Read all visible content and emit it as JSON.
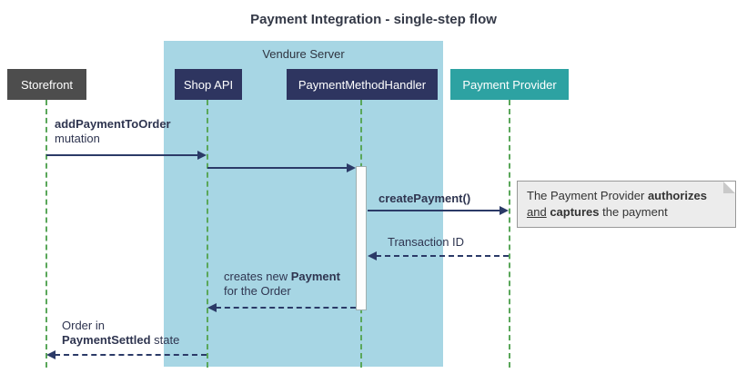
{
  "title": "Payment Integration - single-step flow",
  "container": {
    "label": "Vendure Server"
  },
  "participants": {
    "storefront": "Storefront",
    "shop_api": "Shop API",
    "handler": "PaymentMethodHandler",
    "provider": "Payment Provider"
  },
  "messages": {
    "add_payment": {
      "name": "addPaymentToOrder",
      "suffix": "mutation"
    },
    "create_payment": {
      "name": "createPayment()"
    },
    "transaction_id": {
      "text": "Transaction ID"
    },
    "creates_payment": {
      "prefix": "creates new ",
      "bold": "Payment",
      "line2": "for the Order"
    },
    "order_state": {
      "line1": "Order in",
      "bold": "PaymentSettled",
      "suffix": " state"
    }
  },
  "note": {
    "line1_prefix": "The Payment Provider ",
    "line1_bold": "authorizes",
    "line2_underline": "and",
    "line2_bold": "captures",
    "line2_suffix": " the payment"
  },
  "colors": {
    "server_container_bg": "#a7d6e4",
    "storefront_bg": "#4d4d4d",
    "server_participant_bg": "#2e3560",
    "provider_bg": "#2da2a2",
    "arrow": "#2b3a67",
    "lifeline": "#5aa75a",
    "note_bg": "#ececec"
  }
}
